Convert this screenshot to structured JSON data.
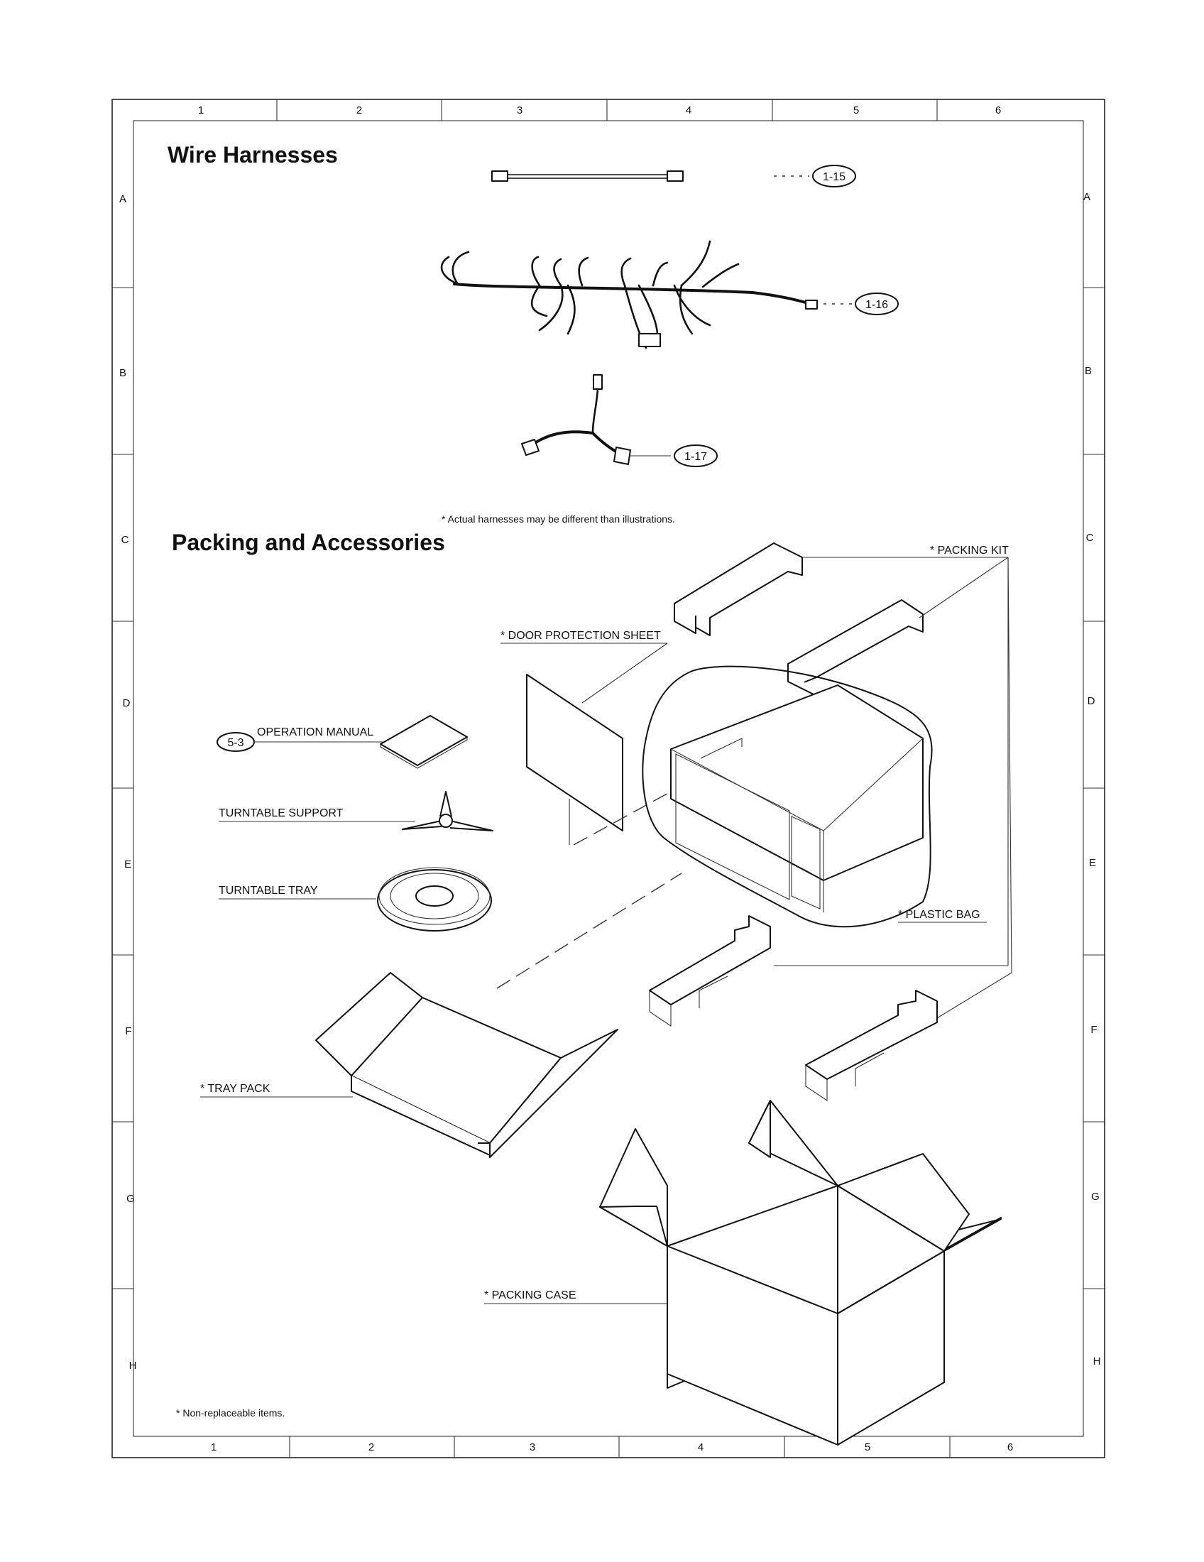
{
  "grid": {
    "columns": [
      "1",
      "2",
      "3",
      "4",
      "5",
      "6"
    ],
    "rows": [
      "A",
      "B",
      "C",
      "D",
      "E",
      "F",
      "G",
      "H"
    ]
  },
  "sections": {
    "wire_harnesses": "Wire Harnesses",
    "packing": "Packing and Accessories"
  },
  "harness_refs": {
    "h1": "1-15",
    "h2": "1-16",
    "h3": "1-17"
  },
  "harness_note": "* Actual harnesses may be different than illustrations.",
  "labels": {
    "packing_kit": "* PACKING KIT",
    "door_sheet": "* DOOR PROTECTION SHEET",
    "operation_manual": "OPERATION MANUAL",
    "manual_ref": "5-3",
    "turntable_support": "TURNTABLE SUPPORT",
    "turntable_tray": "TURNTABLE TRAY",
    "plastic_bag": "* PLASTIC BAG",
    "tray_pack": "* TRAY PACK",
    "packing_case": "* PACKING CASE"
  },
  "footnote": "* Non-replaceable items."
}
